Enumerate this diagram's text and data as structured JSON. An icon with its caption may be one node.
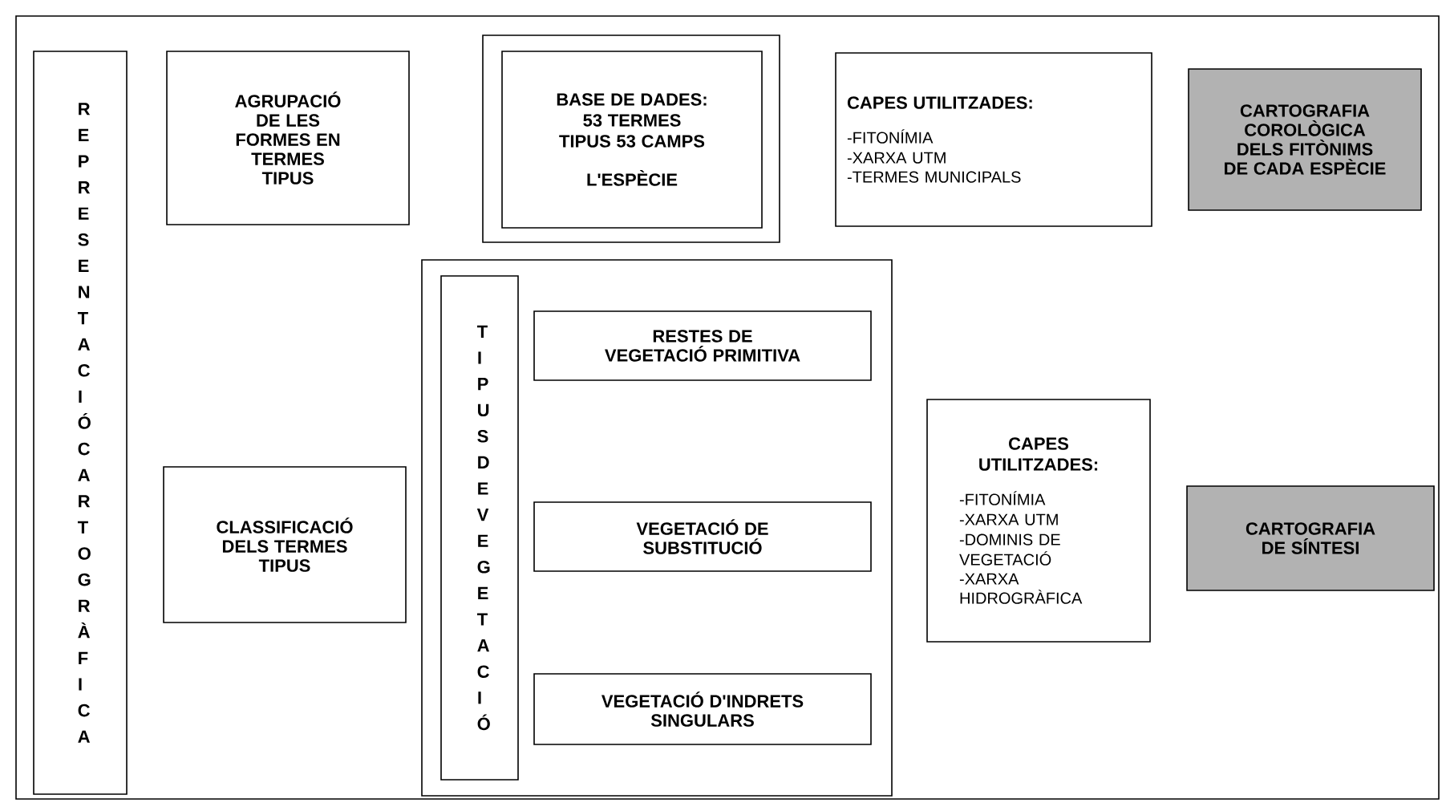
{
  "diagram": {
    "nodes": [
      {
        "text": [
          "REPRESENTACIÓ CARTOGRÀFICA"
        ]
      },
      {
        "text": [
          "AGRUPACIÓ DE LES FORMES EN TERMES TIPUS"
        ]
      },
      {
        "text": [],
        "shape": "box"
      },
      {
        "text": [
          "BASE DE DADES: 53 TERMES TIPUS 53 CAMPS",
          "L'ESPÈCIE"
        ],
        "in": 2
      },
      {
        "text": [
          "CAPES UTILITZADES:",
          "-FITONÍMIA",
          "-XARXA UTM",
          "-TERMES MUNICIPALS"
        ]
      },
      {
        "text": [
          "CARTOGRAFIA COROLÒGICA DELS FITÒNIMS DE CADA ESPÈCIE"
        ]
      },
      {
        "text": [],
        "shape": "box"
      },
      {
        "text": [
          "TIPUS DE VEGETACIÓ"
        ],
        "in": 6
      },
      {
        "text": [
          "RESTES DE VEGETACIÓ PRIMITIVA"
        ],
        "in": 6
      },
      {
        "text": [
          "VEGETACIÓ DE SUBSTITUCIÓ"
        ],
        "in": 6
      },
      {
        "text": [
          "VEGETACIÓ D'INDRETS SINGULARS"
        ],
        "in": 6
      },
      {
        "text": [
          "CLASSIFICACIÓ DELS TERMES TIPUS"
        ]
      },
      {
        "text": [
          "CAPES UTILITZADES:",
          "-FITONÍMIA",
          "-XARXA UTM",
          "-DOMINIS DE VEGETACIÓ",
          "-XARXA HIDROGRÀFICA"
        ]
      },
      {
        "text": [
          "CARTOGRAFIA DE SÍNTESI"
        ]
      }
    ]
  }
}
